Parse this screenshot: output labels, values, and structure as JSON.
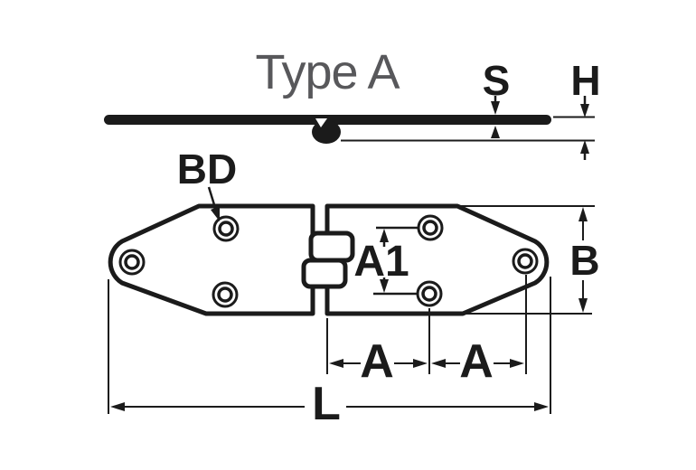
{
  "title": "Type A",
  "colors": {
    "line": "#1b1b1b",
    "title": "#58585b",
    "background": "#ffffff"
  },
  "side_view": {
    "material_thickness_label": "S",
    "overall_height_label": "H"
  },
  "top_view": {
    "hole_diameter_label": "BD",
    "vertical_hole_pitch_label": "A1",
    "width_label": "B",
    "horizontal_pitch_labels": [
      "A",
      "A"
    ],
    "overall_length_label": "L"
  }
}
